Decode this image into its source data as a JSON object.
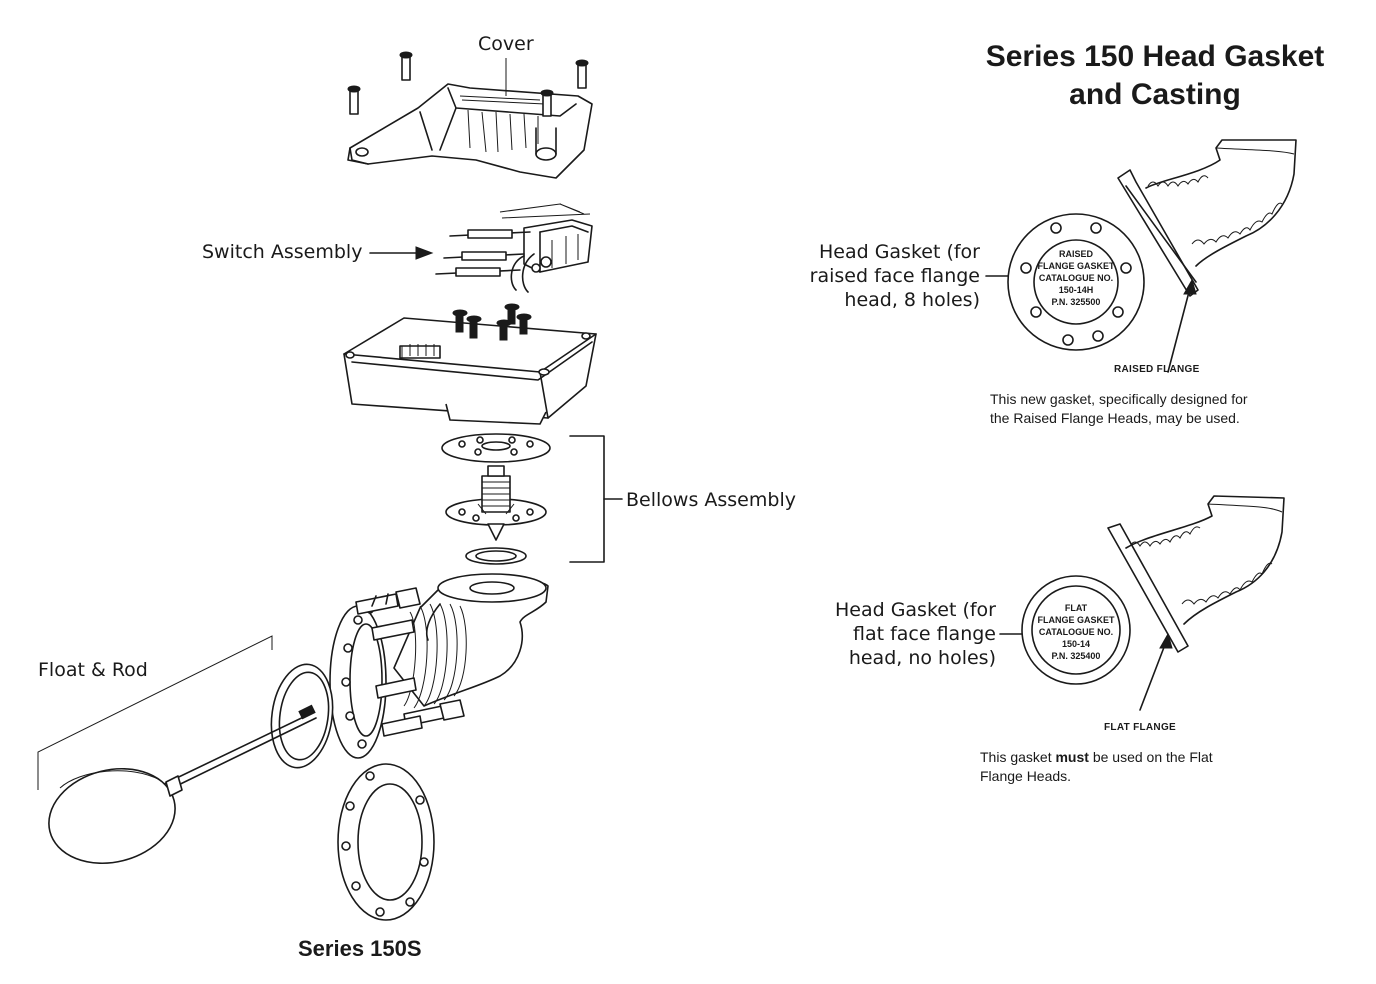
{
  "title": "Series 150 Head Gasket and Casting",
  "subtitle": "Series 150S",
  "labels": {
    "cover": "Cover",
    "switch_assembly": "Switch Assembly",
    "bellows_assembly": "Bellows Assembly",
    "float_rod": "Float & Rod",
    "head_gasket_raised_line1": "Head Gasket (for",
    "head_gasket_raised_line2": "raised face flange",
    "head_gasket_raised_line3": "head, 8 holes)",
    "head_gasket_flat_line1": "Head Gasket (for",
    "head_gasket_flat_line2": "flat face flange",
    "head_gasket_flat_line3": "head, no holes)",
    "raised_flange": "RAISED FLANGE",
    "flat_flange": "FLAT FLANGE"
  },
  "gaskets": {
    "raised": {
      "line1": "RAISED",
      "line2": "FLANGE GASKET",
      "line3": "CATALOGUE NO.",
      "line4": "150-14H",
      "line5": "P.N. 325500"
    },
    "flat": {
      "line1": "FLAT",
      "line2": "FLANGE GASKET",
      "line3": "CATALOGUE NO.",
      "line4": "150-14",
      "line5": "P.N. 325400"
    }
  },
  "notes": {
    "raised_line1": "This new gasket, specifically designed for",
    "raised_line2": "the Raised Flange Heads, may be used.",
    "flat_pre": "This gasket ",
    "flat_bold": "must",
    "flat_post": " be used on the Flat",
    "flat_line2": "Flange Heads."
  }
}
